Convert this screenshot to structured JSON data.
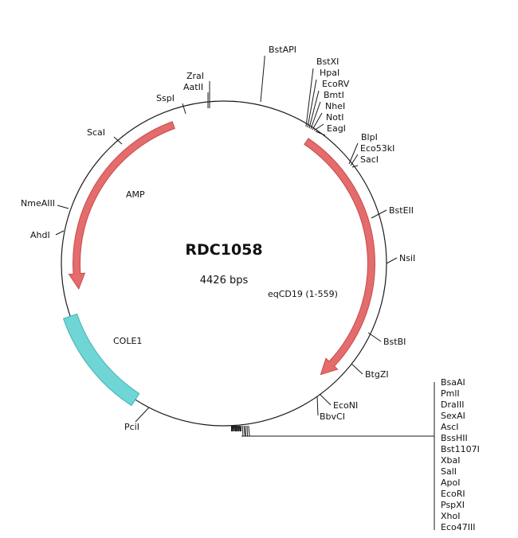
{
  "plasmid": {
    "name": "RDC1058",
    "length_label": "4426 bps"
  },
  "colors": {
    "backbone": "#1a1a1a",
    "arrow_fill": "#e46c6c",
    "arrow_stroke": "#c94b4b",
    "region_fill": "#6fd5d5",
    "region_stroke": "#3fb3b3"
  },
  "features": [
    {
      "name": "eqCD19 (1-559)",
      "type": "arrow",
      "direction": "clockwise"
    },
    {
      "name": "AMP",
      "type": "arrow",
      "direction": "counterclockwise"
    },
    {
      "name": "COLE1",
      "type": "region"
    }
  ],
  "sites": {
    "bstapi": "BstAPI",
    "bstxi": "BstXI",
    "hpai": "HpaI",
    "ecorv": "EcoRV",
    "bmti": "BmtI",
    "nhei": "NheI",
    "noti": "NotI",
    "eagi": "EagI",
    "blpi": "BlpI",
    "eco53ki": "Eco53kI",
    "saci": "SacI",
    "bsteii": "BstEII",
    "nsii": "NsiI",
    "bstbi": "BstBI",
    "btgzi": "BtgZI",
    "econi": "EcoNI",
    "bbvci": "BbvCI",
    "pcii": "PciI",
    "ahdi": "AhdI",
    "nmeaiii": "NmeAIII",
    "scai": "ScaI",
    "sspi": "SspI",
    "aatii": "AatII",
    "zrai": "ZraI"
  },
  "mcs_sites": [
    "BsaAI",
    "PmlI",
    "DraIII",
    "SexAI",
    "AscI",
    "BssHII",
    "Bst1107I",
    "XbaI",
    "SalI",
    "ApoI",
    "EcoRI",
    "PspXI",
    "XhoI",
    "Eco47III"
  ]
}
